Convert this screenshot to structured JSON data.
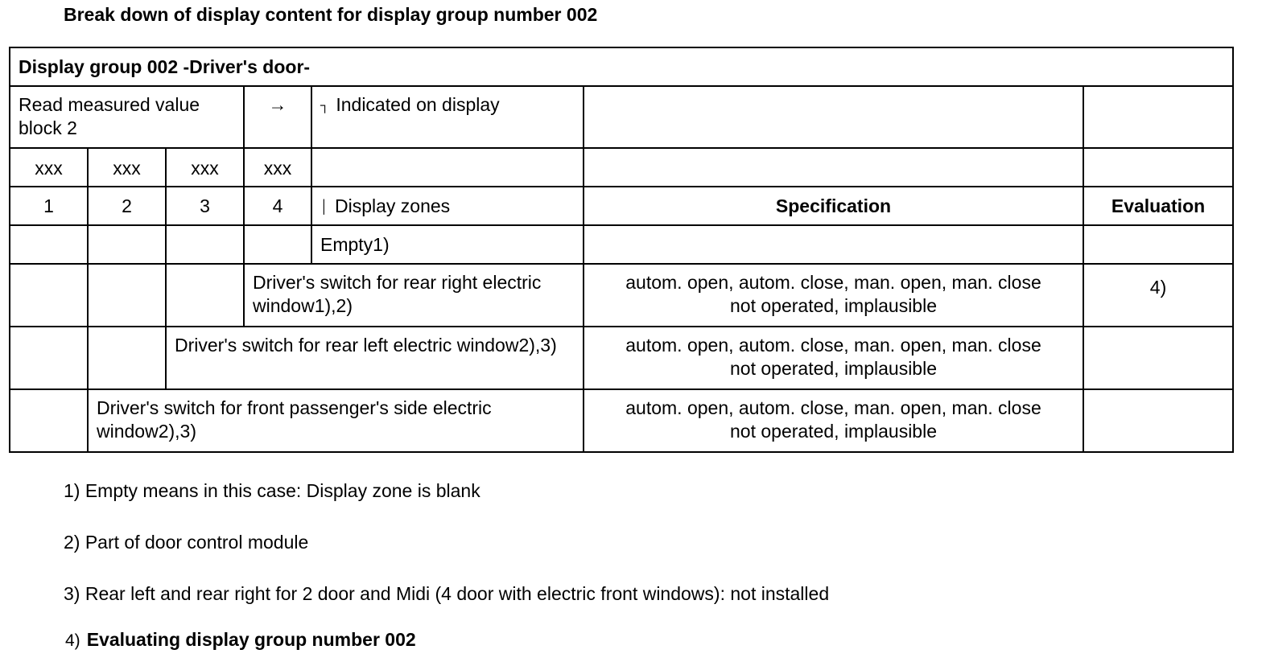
{
  "heading": "Break down of display content for display group number 002",
  "table": {
    "title": "Display group 002 -Driver's door-",
    "read_block": "Read measured value block 2",
    "arrow": "→",
    "indicated_on_display": "Indicated on display",
    "xxx": [
      "xxx",
      "xxx",
      "xxx",
      "xxx"
    ],
    "zone_numbers": [
      "1",
      "2",
      "3",
      "4"
    ],
    "display_zones": "Display zones",
    "specification_header": "Specification",
    "evaluation_header": "Evaluation",
    "empty_row": "Empty1)",
    "rows": [
      {
        "label": "Driver's switch for rear right electric window1),2)",
        "spec_line1": "autom. open, autom. close, man. open, man. close",
        "spec_line2": "not operated, implausible",
        "evaluation": "4)"
      },
      {
        "label": "Driver's switch for rear left electric window2),3)",
        "spec_line1": "autom. open, autom. close, man. open, man. close",
        "spec_line2": "not operated, implausible",
        "evaluation": ""
      },
      {
        "label": "Driver's switch for front passenger's side electric window2),3)",
        "spec_line1": "autom. open, autom. close, man. open, man. close",
        "spec_line2": "not operated, implausible",
        "evaluation": ""
      }
    ]
  },
  "notes": [
    "1) Empty means in this case: Display zone is blank",
    "2) Part of door control module",
    "3) Rear left and rear right for 2 door and Midi (4 door with electric front windows): not installed"
  ],
  "note4": {
    "number": "4)",
    "text": "Evaluating display group number 002"
  }
}
